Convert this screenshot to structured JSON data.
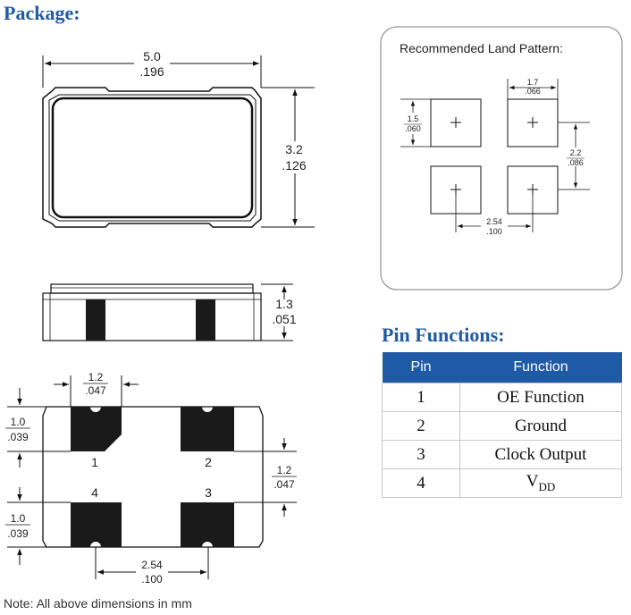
{
  "titles": {
    "package": "Package:",
    "pin_functions": "Pin Functions:",
    "land_pattern": "Recommended Land Pattern:"
  },
  "top_view": {
    "width_mm": "5.0",
    "width_in": ".196",
    "height_mm": "3.2",
    "height_in": ".126"
  },
  "side_view": {
    "thickness_mm": "1.3",
    "thickness_in": ".051"
  },
  "bottom_view": {
    "pad_width_mm": "1.2",
    "pad_width_in": ".047",
    "pad_height_top_mm": "1.0",
    "pad_height_top_in": ".039",
    "pad_height_bottom_mm": "1.0",
    "pad_height_bottom_in": ".039",
    "pad_gap_mm": "1.2",
    "pad_gap_in": ".047",
    "pitch_mm": "2.54",
    "pitch_in": ".100",
    "pin_labels": [
      "1",
      "2",
      "4",
      "3"
    ]
  },
  "land_pattern": {
    "pad_width_mm": "1.7",
    "pad_width_in": ".066",
    "pad_height_mm": "1.5",
    "pad_height_in": ".060",
    "row_pitch_mm": "2.2",
    "row_pitch_in": ".086",
    "col_pitch_mm": "2.54",
    "col_pitch_in": ".100"
  },
  "pin_table": {
    "headers": [
      "Pin",
      "Function"
    ],
    "rows": [
      {
        "pin": "1",
        "function": "OE Function"
      },
      {
        "pin": "2",
        "function": "Ground"
      },
      {
        "pin": "3",
        "function": "Clock Output"
      }
    ],
    "row4_pin": "4",
    "row4_function_main": "V",
    "row4_function_sub": "DD"
  },
  "note": "Note: All above dimensions in mm",
  "colors": {
    "heading_blue": "#1f5aa6",
    "pad_black": "#1a1a1a"
  }
}
